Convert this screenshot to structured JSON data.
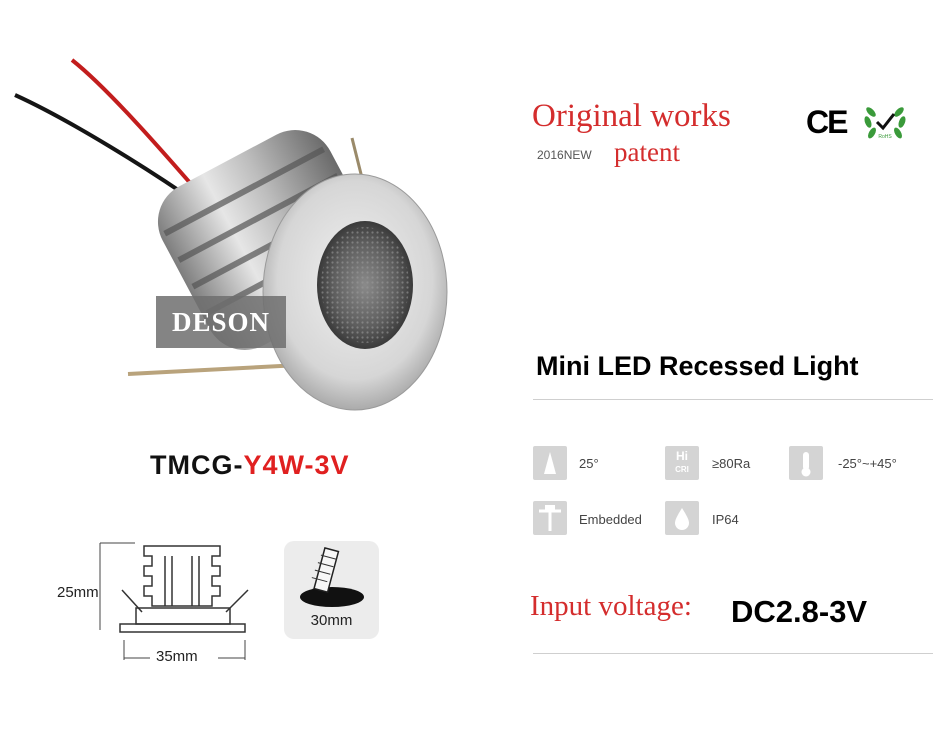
{
  "watermark": "DESON",
  "model": {
    "prefix": "TMCG-",
    "suffix": "Y4W-3V"
  },
  "dimensions": {
    "height": "25mm",
    "width": "35mm",
    "cutout": "30mm"
  },
  "headline": {
    "title": "Original works",
    "year": "2016NEW",
    "subtitle": "patent"
  },
  "certifications": {
    "ce": "CE",
    "rohs": "RoHS"
  },
  "product_title": "Mini LED Recessed Light",
  "specs": [
    {
      "icon": "beam-angle-icon",
      "value": "25°"
    },
    {
      "icon": "high-cri-icon",
      "icon_text_top": "Hi",
      "icon_text_bottom": "CRI",
      "value": "≥80Ra"
    },
    {
      "icon": "thermometer-icon",
      "value": "-25°~+45°"
    },
    {
      "icon": "embedded-icon",
      "value": "Embedded"
    },
    {
      "icon": "waterproof-drop-icon",
      "value": "IP64"
    }
  ],
  "input_voltage": {
    "label": "Input voltage:",
    "value": "DC2.8-3V"
  },
  "colors": {
    "accent_red": "#d42d2d",
    "icon_gray": "#d4d4d4",
    "rohs_green": "#3a9a3a"
  }
}
